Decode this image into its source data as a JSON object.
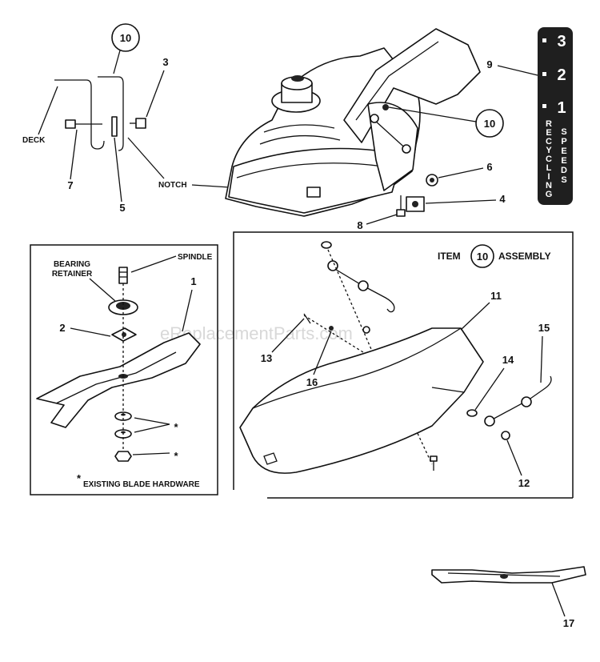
{
  "watermark": "eReplacementParts.com",
  "callouts": {
    "c1": "1",
    "c2": "2",
    "c3": "3",
    "c4": "4",
    "c5": "5",
    "c6": "6",
    "c7": "7",
    "c8": "8",
    "c9": "9",
    "c10_top": "10",
    "c10_mid": "10",
    "c10_assembly": "10",
    "c11": "11",
    "c12": "12",
    "c13": "13",
    "c14": "14",
    "c15": "15",
    "c16": "16",
    "c17": "17"
  },
  "labels": {
    "deck": "DECK",
    "notch": "NOTCH",
    "spindle": "SPINDLE",
    "bearing_1": "BEARING",
    "bearing_2": "RETAINER",
    "star_1": "*",
    "star_2": "*",
    "existing_star": "*",
    "existing_hardware": "EXISTING BLADE HARDWARE",
    "item_word": "ITEM",
    "assembly_word": "ASSEMBLY"
  },
  "decal": {
    "speeds": [
      "3",
      "2",
      "1"
    ],
    "recycling": [
      "R",
      "E",
      "C",
      "Y",
      "C",
      "L",
      "I",
      "N",
      "G"
    ],
    "speeds_word": [
      "S",
      "P",
      "E",
      "E",
      "D",
      "S"
    ]
  },
  "colors": {
    "ink": "#111111",
    "decal_bg": "#1f1f1f",
    "decal_text": "#ffffff",
    "watermark": "#c8c8c8"
  }
}
